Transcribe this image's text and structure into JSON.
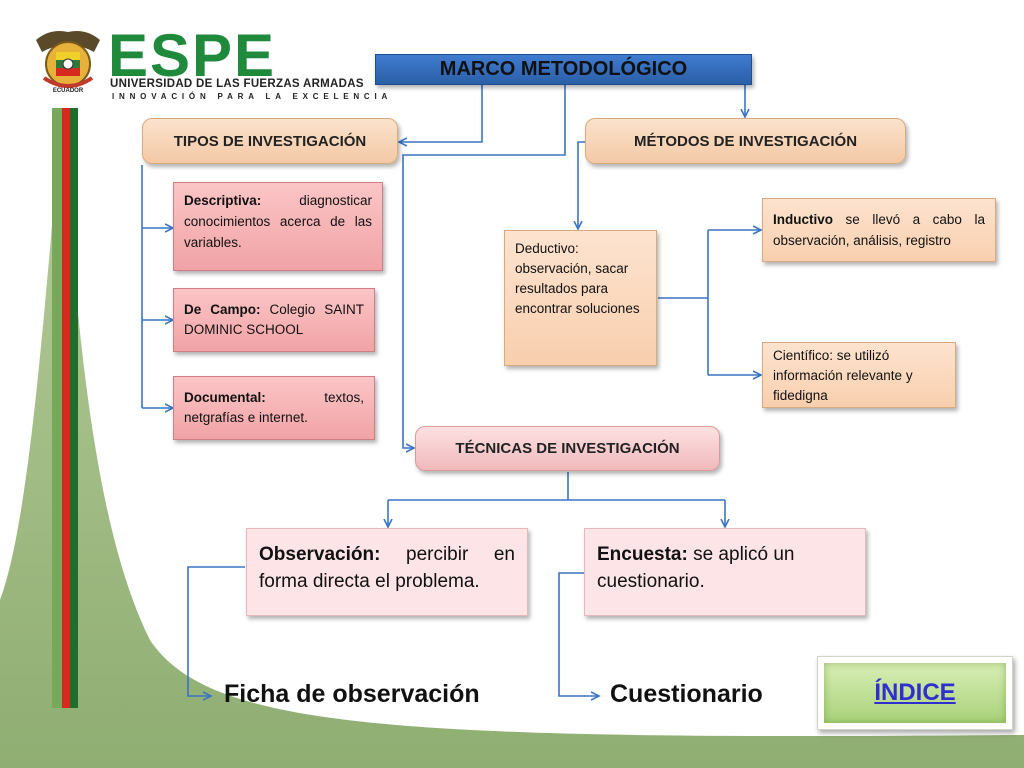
{
  "header": {
    "logo_text": "ESPE",
    "university": "UNIVERSIDAD DE LAS FUERZAS ARMADAS",
    "motto": "INNOVACIÓN PARA LA EXCELENCIA",
    "crest_label": "ECUADOR"
  },
  "diagram": {
    "title": "MARCO METODOLÓGICO",
    "tipos": {
      "label": "TIPOS DE INVESTIGACIÓN",
      "items": [
        {
          "term": "Descriptiva:",
          "text": " diagnosticar conocimientos acerca de las variables."
        },
        {
          "term": "De Campo:",
          "text": " Colegio SAINT DOMINIC SCHOOL"
        },
        {
          "term": "Documental:",
          "text": " textos, netgrafías e internet."
        }
      ]
    },
    "metodos": {
      "label": "MÉTODOS DE INVESTIGACIÓN",
      "deductivo": "Deductivo: observación, sacar resultados para encontrar soluciones",
      "inductivo_term": "Inductivo",
      "inductivo_text": " se llevó a cabo la observación, análisis, registro",
      "cientifico": "Científico: se utilizó información relevante y fidedigna"
    },
    "tecnicas": {
      "label": "TÉCNICAS DE INVESTIGACIÓN",
      "observacion_term": "Observación:",
      "observacion_text": " percibir en forma directa el problema.",
      "encuesta_term": "Encuesta:",
      "encuesta_text": " se aplicó un cuestionario.",
      "ficha": "Ficha de observación",
      "cuestionario": "Cuestionario"
    }
  },
  "nav": {
    "indice_label": "ÍNDICE"
  },
  "colors": {
    "brand_green": "#1f8a3c",
    "banner_blue": "#2b5fa8",
    "connector_blue": "#3a74c4",
    "link_blue": "#2f2fd0"
  }
}
